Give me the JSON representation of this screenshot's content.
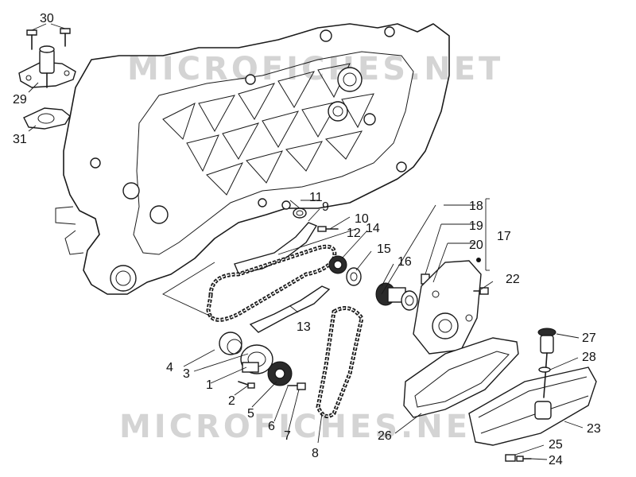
{
  "watermark": "MICROFICHES.NET",
  "callouts": [
    {
      "id": "1",
      "label": "1"
    },
    {
      "id": "2",
      "label": "2"
    },
    {
      "id": "3",
      "label": "3"
    },
    {
      "id": "4",
      "label": "4"
    },
    {
      "id": "5",
      "label": "5"
    },
    {
      "id": "6",
      "label": "6"
    },
    {
      "id": "7",
      "label": "7"
    },
    {
      "id": "8",
      "label": "8"
    },
    {
      "id": "9",
      "label": "9"
    },
    {
      "id": "10",
      "label": "10"
    },
    {
      "id": "11",
      "label": "11"
    },
    {
      "id": "12",
      "label": "12"
    },
    {
      "id": "13",
      "label": "13"
    },
    {
      "id": "14",
      "label": "14"
    },
    {
      "id": "15",
      "label": "15"
    },
    {
      "id": "16",
      "label": "16"
    },
    {
      "id": "17",
      "label": "17"
    },
    {
      "id": "18",
      "label": "18"
    },
    {
      "id": "19",
      "label": "19"
    },
    {
      "id": "20",
      "label": "20"
    },
    {
      "id": "22",
      "label": "22"
    },
    {
      "id": "23",
      "label": "23"
    },
    {
      "id": "24",
      "label": "24"
    },
    {
      "id": "25",
      "label": "25"
    },
    {
      "id": "26",
      "label": "26"
    },
    {
      "id": "27",
      "label": "27"
    },
    {
      "id": "28",
      "label": "28"
    },
    {
      "id": "29",
      "label": "29"
    },
    {
      "id": "30",
      "label": "30"
    },
    {
      "id": "31",
      "label": "31"
    }
  ]
}
